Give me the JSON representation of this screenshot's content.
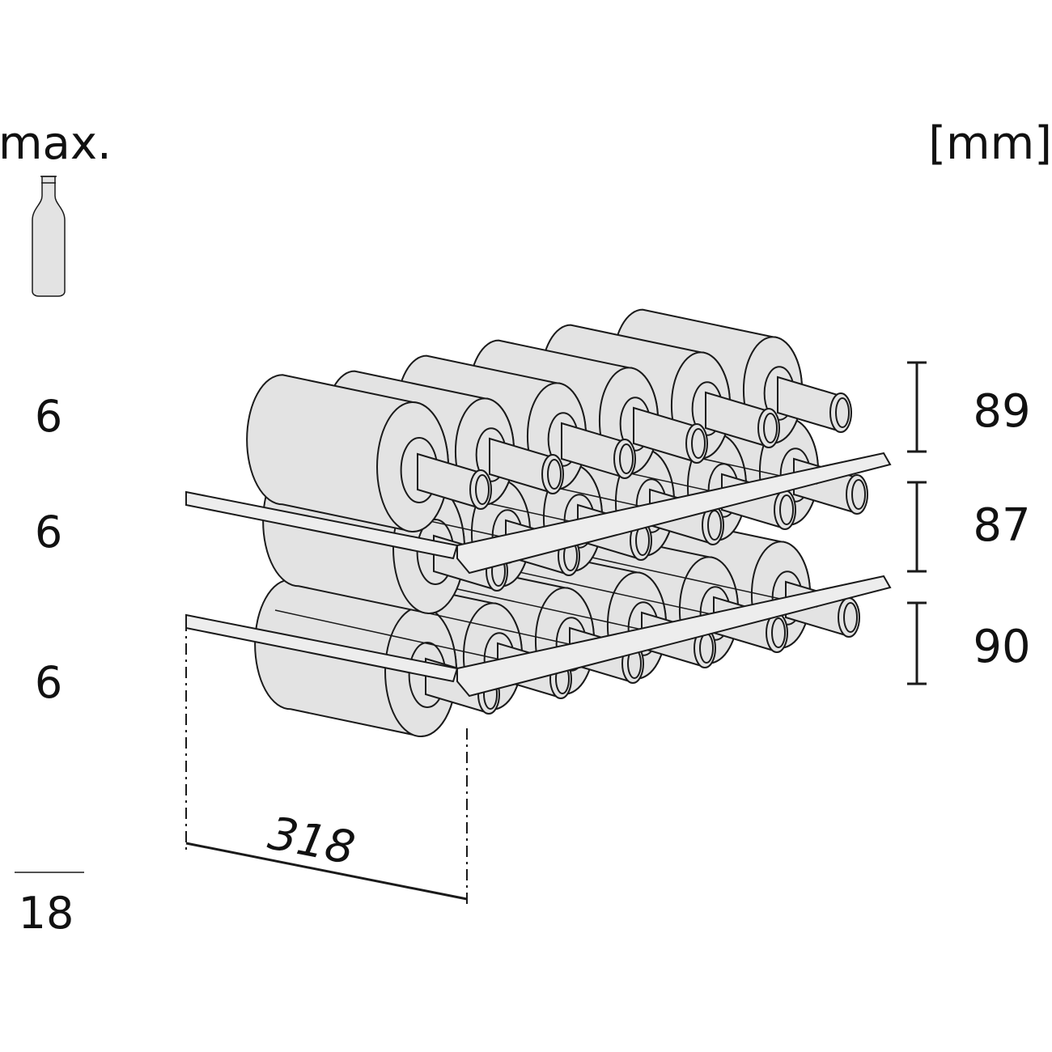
{
  "header": {
    "max_label": "max.",
    "unit_label": "[mm]",
    "bottle_icon": "wine-bottle-icon"
  },
  "shelves": [
    {
      "bottles": "6",
      "height": "89"
    },
    {
      "bottles": "6",
      "height": "87"
    },
    {
      "bottles": "6",
      "height": "90"
    }
  ],
  "total_bottles": "18",
  "depth_label": "318",
  "colors": {
    "line": "#1a1a1a",
    "bottle_fill": "#e3e3e3",
    "shelf_fill": "#ededed",
    "background": "#ffffff"
  }
}
